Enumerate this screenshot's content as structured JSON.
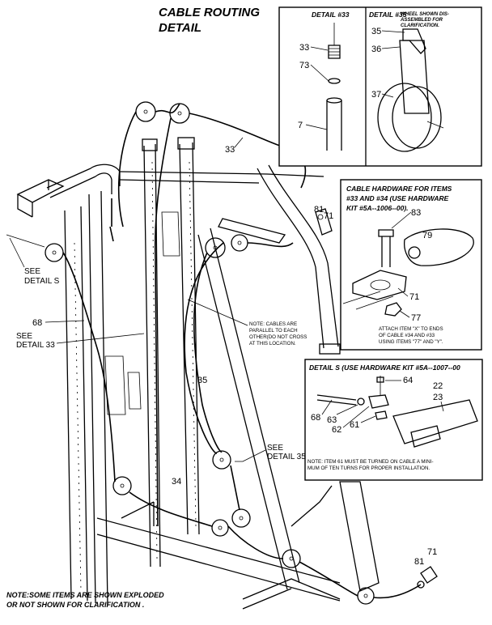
{
  "title": [
    "CABLE ROUTING",
    "DETAIL"
  ],
  "detail33": {
    "header": "DETAIL #33",
    "callouts": [
      "33",
      "73",
      "7"
    ]
  },
  "detail35": {
    "header": "DETAIL #35",
    "subtext": [
      "WHEEL SHOWN DIS-",
      "ASSEMBLED FOR",
      "CLARIFICATION."
    ],
    "callouts": [
      "35",
      "36",
      "37"
    ]
  },
  "hardware": {
    "header": [
      "CABLE HARDWARE FOR ITEMS",
      "#33 AND #34 (USE HARDWARE",
      "KIT #5A--1006--00)."
    ],
    "callouts": [
      "83",
      "79",
      "71",
      "77"
    ],
    "note": [
      "ATTACH ITEM \"X\" TO ENDS",
      "OF CABLE #34 AND #33",
      "USING ITEMS \"77\" AND \"Y\"."
    ]
  },
  "detailS": {
    "header": "DETAIL S (USE HARDWARE KIT #5A--1007--00",
    "callouts": [
      "64",
      "22",
      "23",
      "68",
      "63",
      "62",
      "61"
    ],
    "note": [
      "NOTE: ITEM 61 MUST BE TURNED ON CABLE A MINI-",
      "MUM OF TEN TURNS FOR PROPER INSTALLATION."
    ]
  },
  "main": {
    "callouts": {
      "c33": "33",
      "c81a": "81",
      "c71a": "71",
      "c68": "68",
      "c35": "35",
      "c34": "34",
      "c81b": "81",
      "c71b": "71"
    },
    "see_s": [
      "SEE",
      "DETAIL S"
    ],
    "see_33": [
      "SEE",
      "DETAIL 33"
    ],
    "see_35": [
      "SEE",
      "DETAIL 35"
    ],
    "cable_note": [
      "NOTE: CABLES ARE",
      "PARALLEL TO EACH",
      "OTHER(DO NOT CROSS",
      "AT THIS LOCATION."
    ],
    "bottom_note": [
      "NOTE:SOME ITEMS ARE SHOWN EXPLODED",
      "OR NOT SHOWN FOR CLARIFICATION ."
    ]
  }
}
